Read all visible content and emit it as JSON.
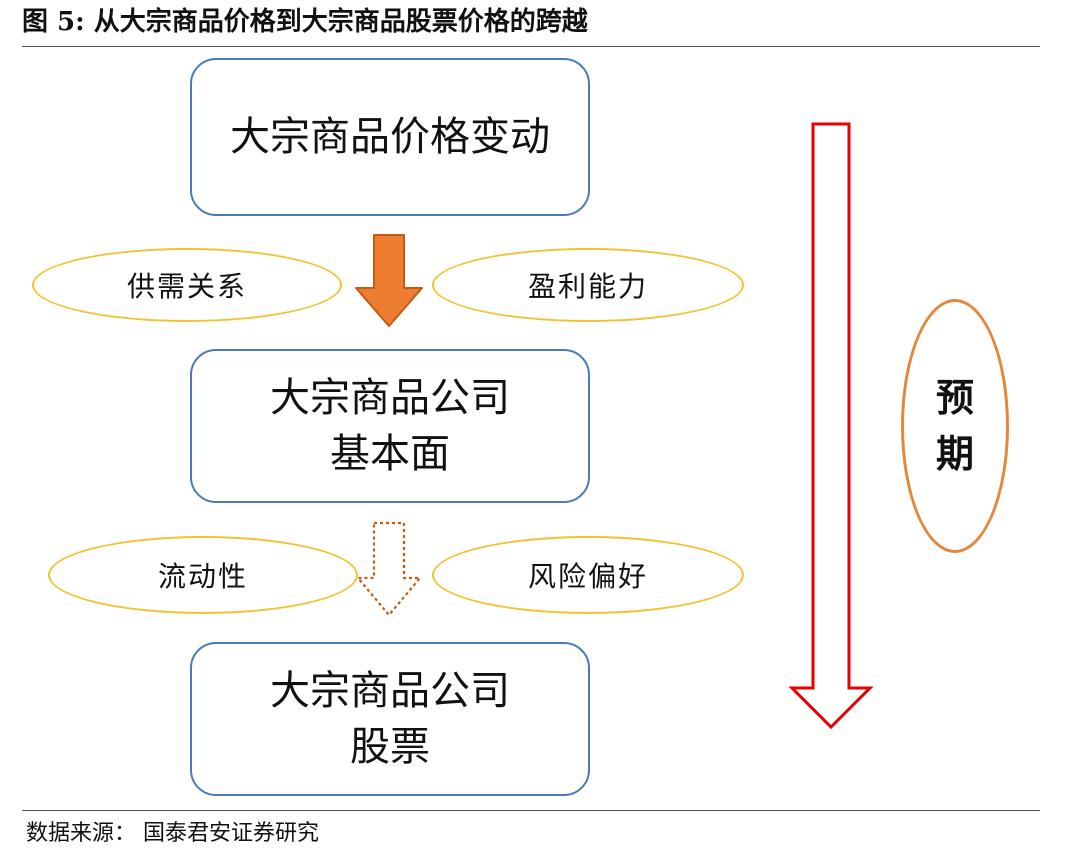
{
  "figure": {
    "title": "图 5:  从大宗商品价格到大宗商品股票价格的跨越",
    "source": "数据来源：  国泰君安证券研究"
  },
  "nodes": {
    "price_change": {
      "line1": "大宗商品价格变动"
    },
    "fundamentals": {
      "line1": "大宗商品公司",
      "line2": "基本面"
    },
    "stock": {
      "line1": "大宗商品公司",
      "line2": "股票"
    }
  },
  "factors": {
    "supply_demand": "供需关系",
    "profitability": "盈利能力",
    "liquidity": "流动性",
    "risk_preference": "风险偏好"
  },
  "expectation": {
    "char1": "预",
    "char2": "期"
  },
  "colors": {
    "box_border": "#4a7ab8",
    "oval_border": "#f1c232",
    "solid_arrow_fill": "#ed7d31",
    "solid_arrow_stroke": "#c55a11",
    "dotted_arrow": "#c55a11",
    "expectation_arrow": "#e60000",
    "expectation_oval": "#e4873b"
  }
}
